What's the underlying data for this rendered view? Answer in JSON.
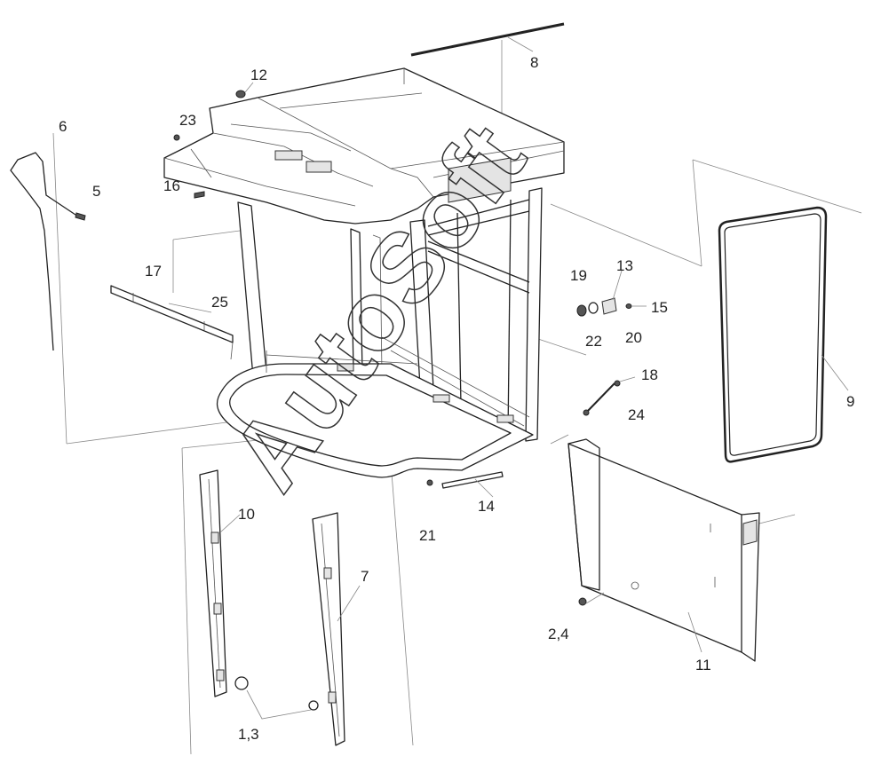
{
  "watermark": "AutoSoft",
  "part_labels": {
    "l1": "1,3",
    "l2": "2,4",
    "l5": "5",
    "l6": "6",
    "l7": "7",
    "l8": "8",
    "l9": "9",
    "l10": "10",
    "l11": "11",
    "l12": "12",
    "l13": "13",
    "l14": "14",
    "l15": "15",
    "l16": "16",
    "l17": "17",
    "l18": "18",
    "l19": "19",
    "l20": "20",
    "l21": "21",
    "l22": "22",
    "l23": "23",
    "l24": "24",
    "l25": "25"
  }
}
